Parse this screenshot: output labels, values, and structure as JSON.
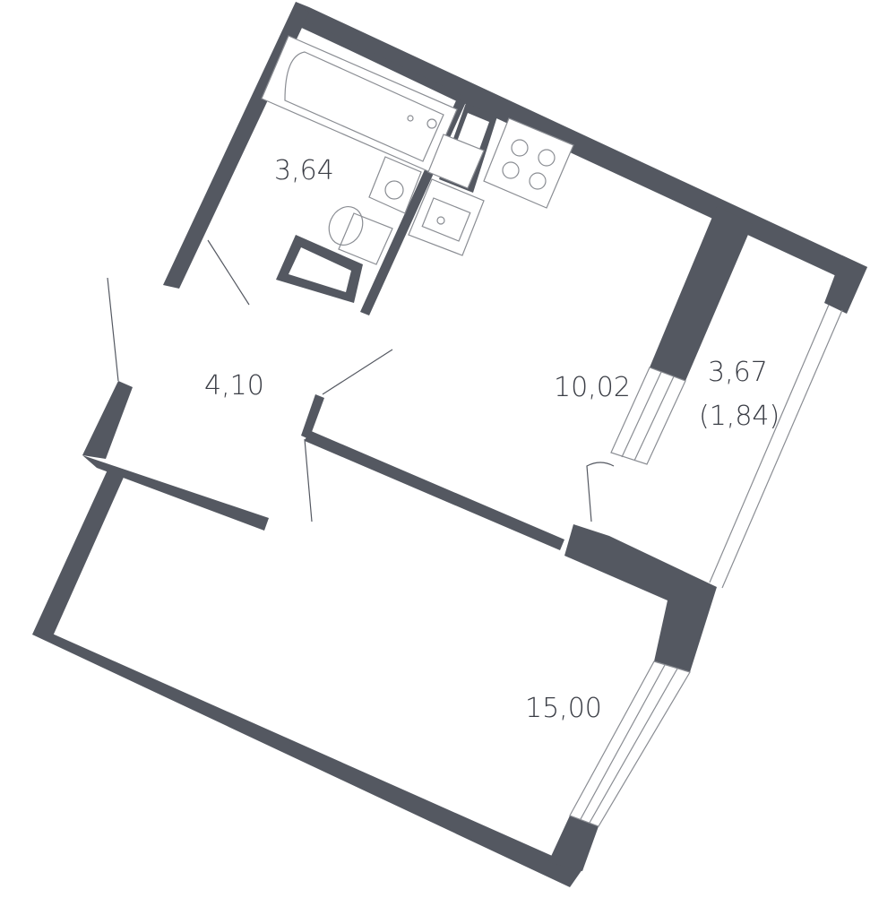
{
  "rooms": {
    "bathroom": {
      "area": "3,64"
    },
    "hallway": {
      "area": "4,10"
    },
    "kitchen": {
      "area": "10,02"
    },
    "balcony": {
      "area": "3,67",
      "reduced_area": "(1,84)"
    },
    "living_room": {
      "area": "15,00"
    }
  },
  "colors": {
    "wall": "#545861",
    "fixture_stroke": "#8a8d93",
    "label": "#3a3d45"
  }
}
